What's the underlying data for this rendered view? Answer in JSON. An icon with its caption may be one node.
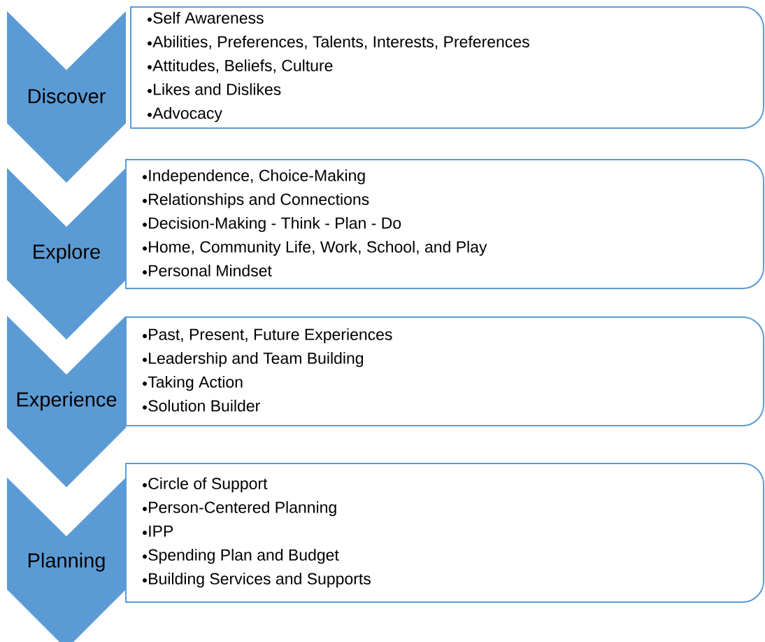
{
  "diagram": {
    "nodes": [
      {
        "text": [
          "Discover"
        ]
      },
      {
        "text": [
          "Self Awareness",
          "Abilities, Preferences, Talents, Interests, Preferences",
          "Attitudes, Beliefs, Culture",
          "Likes and Dislikes",
          "Advocacy"
        ]
      },
      {
        "text": [
          "Explore"
        ]
      },
      {
        "text": [
          "Independence, Choice-Making",
          "Relationships and Connections",
          "Decision-Making - Think - Plan - Do",
          "Home, Community Life, Work, School, and Play",
          "Personal Mindset"
        ]
      },
      {
        "text": [
          "Experience"
        ]
      },
      {
        "text": [
          "Past, Present, Future Experiences",
          "Leadership and Team Building",
          "Taking Action",
          "Solution Builder"
        ]
      },
      {
        "text": [
          "Planning"
        ]
      },
      {
        "text": [
          "Circle of Support",
          "Person-Centered Planning",
          "IPP",
          "Spending Plan and Budget",
          "Building Services and Supports"
        ]
      }
    ]
  }
}
